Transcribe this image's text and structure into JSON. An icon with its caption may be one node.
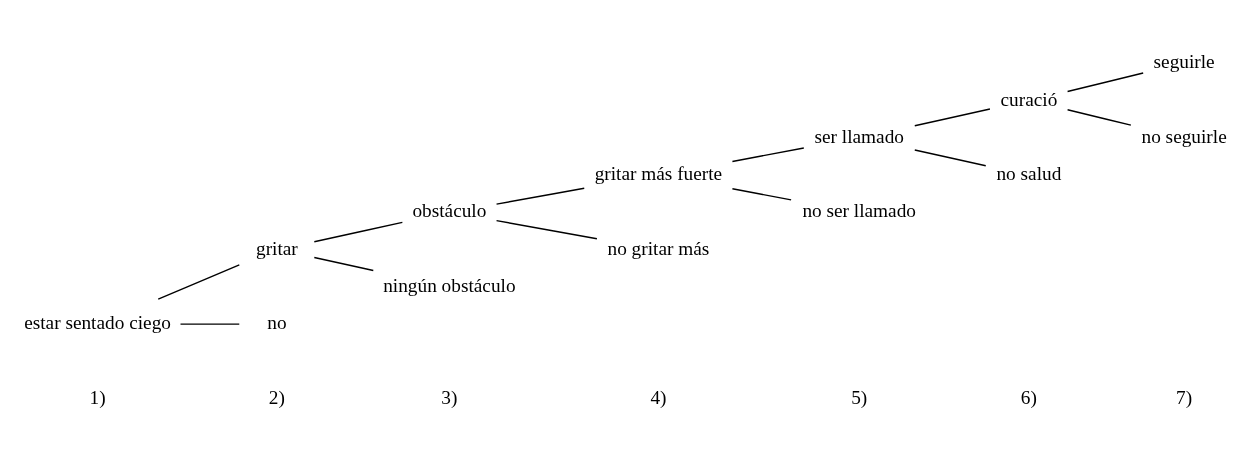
{
  "diagram": {
    "nodes": [
      {
        "text": [
          "estar sentado ciego"
        ]
      },
      {
        "text": [
          "gritar"
        ]
      },
      {
        "text": [
          "no"
        ]
      },
      {
        "text": [
          "obstáculo"
        ]
      },
      {
        "text": [
          "ningún obstáculo"
        ]
      },
      {
        "text": [
          "gritar más fuerte"
        ]
      },
      {
        "text": [
          "no gritar más"
        ]
      },
      {
        "text": [
          "ser llamado"
        ]
      },
      {
        "text": [
          "no ser llamado"
        ]
      },
      {
        "text": [
          "curació"
        ]
      },
      {
        "text": [
          "no salud"
        ]
      },
      {
        "text": [
          "seguirle"
        ]
      },
      {
        "text": [
          "no seguirle"
        ]
      }
    ],
    "edges": [
      {
        "from": 0,
        "to": 1,
        "arrow": "none"
      },
      {
        "from": 0,
        "to": 2,
        "arrow": "none"
      },
      {
        "from": 1,
        "to": 3,
        "arrow": "none"
      },
      {
        "from": 1,
        "to": 4,
        "arrow": "none"
      },
      {
        "from": 3,
        "to": 5,
        "arrow": "none"
      },
      {
        "from": 3,
        "to": 6,
        "arrow": "none"
      },
      {
        "from": 5,
        "to": 7,
        "arrow": "none"
      },
      {
        "from": 5,
        "to": 8,
        "arrow": "none"
      },
      {
        "from": 7,
        "to": 9,
        "arrow": "none"
      },
      {
        "from": 7,
        "to": 10,
        "arrow": "none"
      },
      {
        "from": 9,
        "to": 11,
        "arrow": "none"
      },
      {
        "from": 9,
        "to": 12,
        "arrow": "none"
      }
    ],
    "labels": [
      "1)",
      "2)",
      "3)",
      "4)",
      "5)",
      "6)",
      "7)"
    ]
  }
}
